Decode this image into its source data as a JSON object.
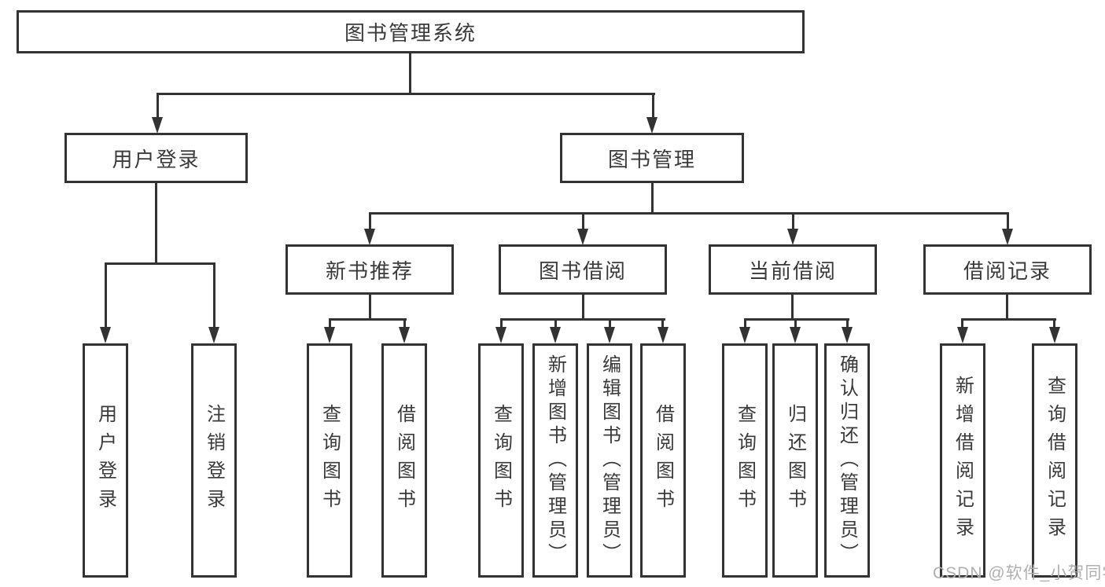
{
  "colors": {
    "line": "#333333",
    "text": "#3a3a3a",
    "background": "#ffffff",
    "watermark": "#b0b0b0"
  },
  "tree": {
    "root": {
      "id": "library-management-system",
      "label": "图书管理系统"
    },
    "level2": [
      {
        "id": "user-login",
        "label": "用户登录",
        "parent": "library-management-system"
      },
      {
        "id": "book-management",
        "label": "图书管理",
        "parent": "library-management-system"
      }
    ],
    "level3": [
      {
        "id": "new-book-recommendation",
        "label": "新书推荐",
        "parent": "book-management"
      },
      {
        "id": "book-borrowing",
        "label": "图书借阅",
        "parent": "book-management"
      },
      {
        "id": "current-borrowing",
        "label": "当前借阅",
        "parent": "book-management"
      },
      {
        "id": "borrowing-records",
        "label": "借阅记录",
        "parent": "book-management"
      }
    ],
    "level4": [
      {
        "id": "user-login-leaf",
        "label": "用户登录",
        "parent": "user-login"
      },
      {
        "id": "logout",
        "label": "注销登录",
        "parent": "user-login"
      },
      {
        "id": "search-books-recommend",
        "label": "查询图书",
        "parent": "new-book-recommendation"
      },
      {
        "id": "borrow-books-recommend",
        "label": "借阅图书",
        "parent": "new-book-recommendation"
      },
      {
        "id": "search-books-borrowing",
        "label": "查询图书",
        "parent": "book-borrowing"
      },
      {
        "id": "add-books-admin",
        "label": "新增图书（管理员）",
        "parent": "book-borrowing"
      },
      {
        "id": "edit-books-admin",
        "label": "编辑图书（管理员）",
        "parent": "book-borrowing"
      },
      {
        "id": "borrow-books-borrowing",
        "label": "借阅图书",
        "parent": "book-borrowing"
      },
      {
        "id": "search-books-current",
        "label": "查询图书",
        "parent": "current-borrowing"
      },
      {
        "id": "return-books",
        "label": "归还图书",
        "parent": "current-borrowing"
      },
      {
        "id": "confirm-return-admin",
        "label": "确认归还（管理员）",
        "parent": "current-borrowing"
      },
      {
        "id": "add-borrowing-record",
        "label": "新增借阅记录",
        "parent": "borrowing-records"
      },
      {
        "id": "search-borrowing-record",
        "label": "查询借阅记录",
        "parent": "borrowing-records"
      }
    ]
  },
  "watermark": {
    "text": "CSDN @软件_小贺同学"
  }
}
